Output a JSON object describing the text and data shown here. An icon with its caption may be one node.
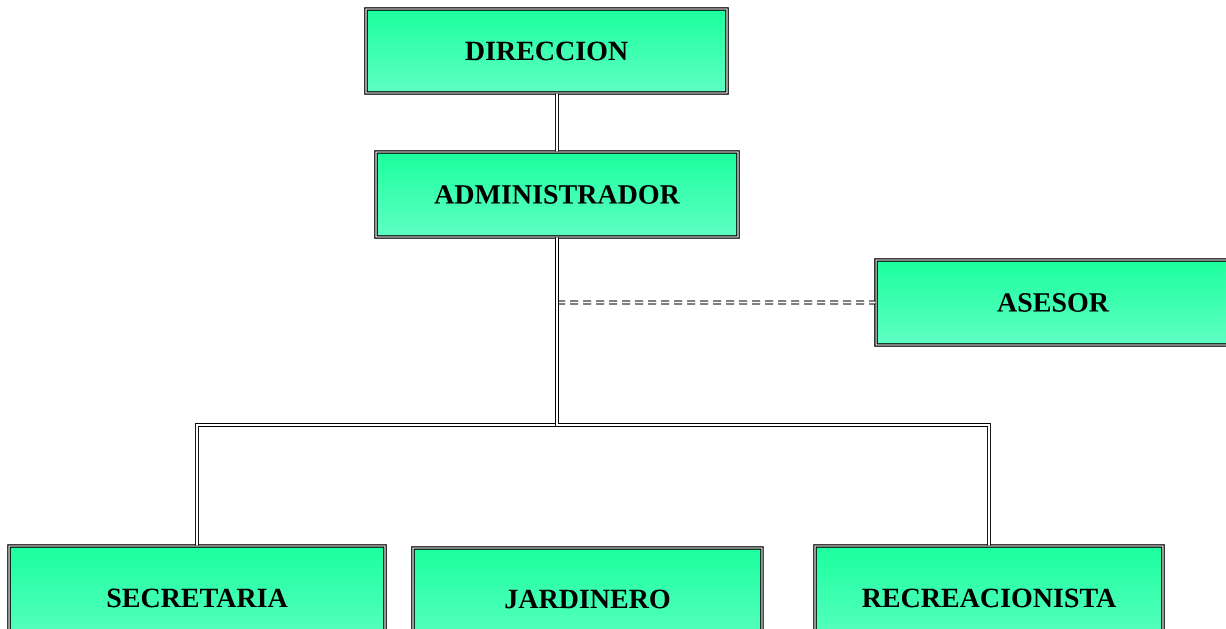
{
  "diagram": {
    "nodes": [
      {
        "text": [
          "DIRECCION"
        ]
      },
      {
        "text": [
          "ADMINISTRADOR"
        ]
      },
      {
        "text": [
          "ASESOR"
        ]
      },
      {
        "text": [
          "SECRETARIA"
        ]
      },
      {
        "text": [
          "JARDINERO"
        ]
      },
      {
        "text": [
          "RECREACIONISTA"
        ]
      }
    ],
    "edges": [
      {
        "from": 0,
        "to": 1,
        "arrow": "none"
      },
      {
        "from": 1,
        "to": 2,
        "arrow": "none",
        "style": "dashed"
      },
      {
        "from": 1,
        "to": 3,
        "arrow": "none"
      },
      {
        "from": 1,
        "to": 5,
        "arrow": "none"
      }
    ]
  }
}
